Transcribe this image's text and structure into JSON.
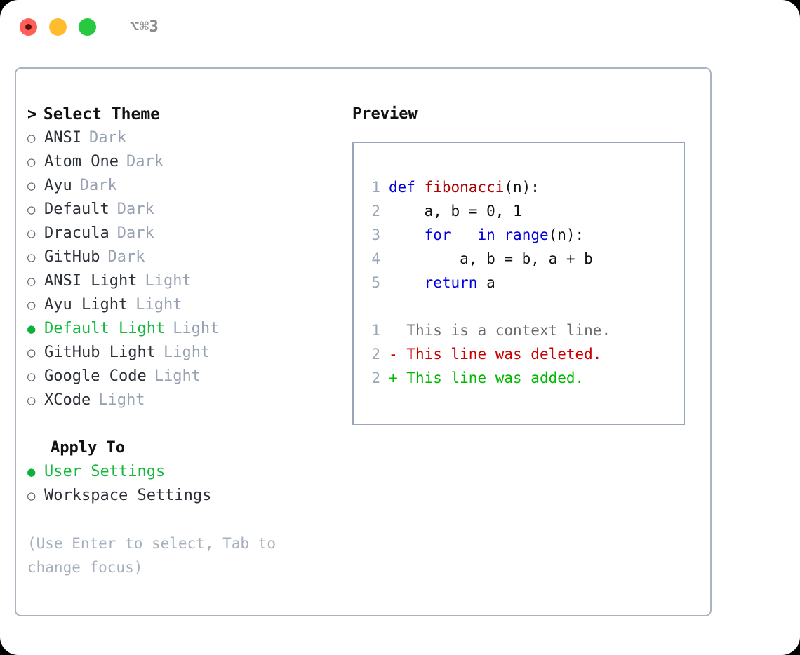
{
  "titlebar": {
    "shortcut": "⌥⌘3",
    "buttons": [
      {
        "name": "close",
        "color": "#ff5f57"
      },
      {
        "name": "minimize",
        "color": "#ffbd2e"
      },
      {
        "name": "maximize",
        "color": "#28c840"
      }
    ]
  },
  "theme_list": {
    "header": "Select Theme",
    "caret": ">",
    "bullet_unselected": "○",
    "bullet_selected": "●",
    "items": [
      {
        "name": "ANSI",
        "tag": "Dark",
        "selected": false
      },
      {
        "name": "Atom One",
        "tag": "Dark",
        "selected": false
      },
      {
        "name": "Ayu",
        "tag": "Dark",
        "selected": false
      },
      {
        "name": "Default",
        "tag": "Dark",
        "selected": false
      },
      {
        "name": "Dracula",
        "tag": "Dark",
        "selected": false
      },
      {
        "name": "GitHub",
        "tag": "Dark",
        "selected": false
      },
      {
        "name": "ANSI Light",
        "tag": "Light",
        "selected": false
      },
      {
        "name": "Ayu Light",
        "tag": "Light",
        "selected": false
      },
      {
        "name": "Default Light",
        "tag": "Light",
        "selected": true
      },
      {
        "name": "GitHub Light",
        "tag": "Light",
        "selected": false
      },
      {
        "name": "Google Code",
        "tag": "Light",
        "selected": false
      },
      {
        "name": "XCode",
        "tag": "Light",
        "selected": false
      }
    ]
  },
  "apply_to": {
    "header": "Apply To",
    "items": [
      {
        "name": "User Settings",
        "selected": true
      },
      {
        "name": "Workspace Settings",
        "selected": false
      }
    ]
  },
  "hint": "(Use Enter to select, Tab to change focus)",
  "preview": {
    "title": "Preview",
    "code_lines": [
      {
        "num": "1",
        "tokens": [
          {
            "t": "def ",
            "c": "kw"
          },
          {
            "t": "fibonacci",
            "c": "fn"
          },
          {
            "t": "(n):",
            "c": "plain"
          }
        ]
      },
      {
        "num": "2",
        "tokens": [
          {
            "t": "    a, b = 0, 1",
            "c": "plain"
          }
        ]
      },
      {
        "num": "3",
        "tokens": [
          {
            "t": "    ",
            "c": "plain"
          },
          {
            "t": "for",
            "c": "kw"
          },
          {
            "t": " _ ",
            "c": "plain"
          },
          {
            "t": "in",
            "c": "kw"
          },
          {
            "t": " ",
            "c": "plain"
          },
          {
            "t": "range",
            "c": "kw"
          },
          {
            "t": "(n):",
            "c": "plain"
          }
        ]
      },
      {
        "num": "4",
        "tokens": [
          {
            "t": "        a, b = b, a + b",
            "c": "plain"
          }
        ]
      },
      {
        "num": "5",
        "tokens": [
          {
            "t": "    ",
            "c": "plain"
          },
          {
            "t": "return",
            "c": "kw"
          },
          {
            "t": " a",
            "c": "plain"
          }
        ]
      }
    ],
    "diff_lines": [
      {
        "num": "1",
        "marker": " ",
        "text": " This is a context line.",
        "kind": "diff-ctx"
      },
      {
        "num": "2",
        "marker": "-",
        "text": " This line was deleted.",
        "kind": "diff-del"
      },
      {
        "num": "2",
        "marker": "+",
        "text": " This line was added.",
        "kind": "diff-add"
      }
    ]
  },
  "colors": {
    "accent_green": "#14b83c",
    "muted": "#97a1b2",
    "border": "#aab3c0",
    "keyword": "#0000e0",
    "function": "#b00000",
    "diff_add": "#00b800",
    "diff_del": "#cc0000"
  }
}
